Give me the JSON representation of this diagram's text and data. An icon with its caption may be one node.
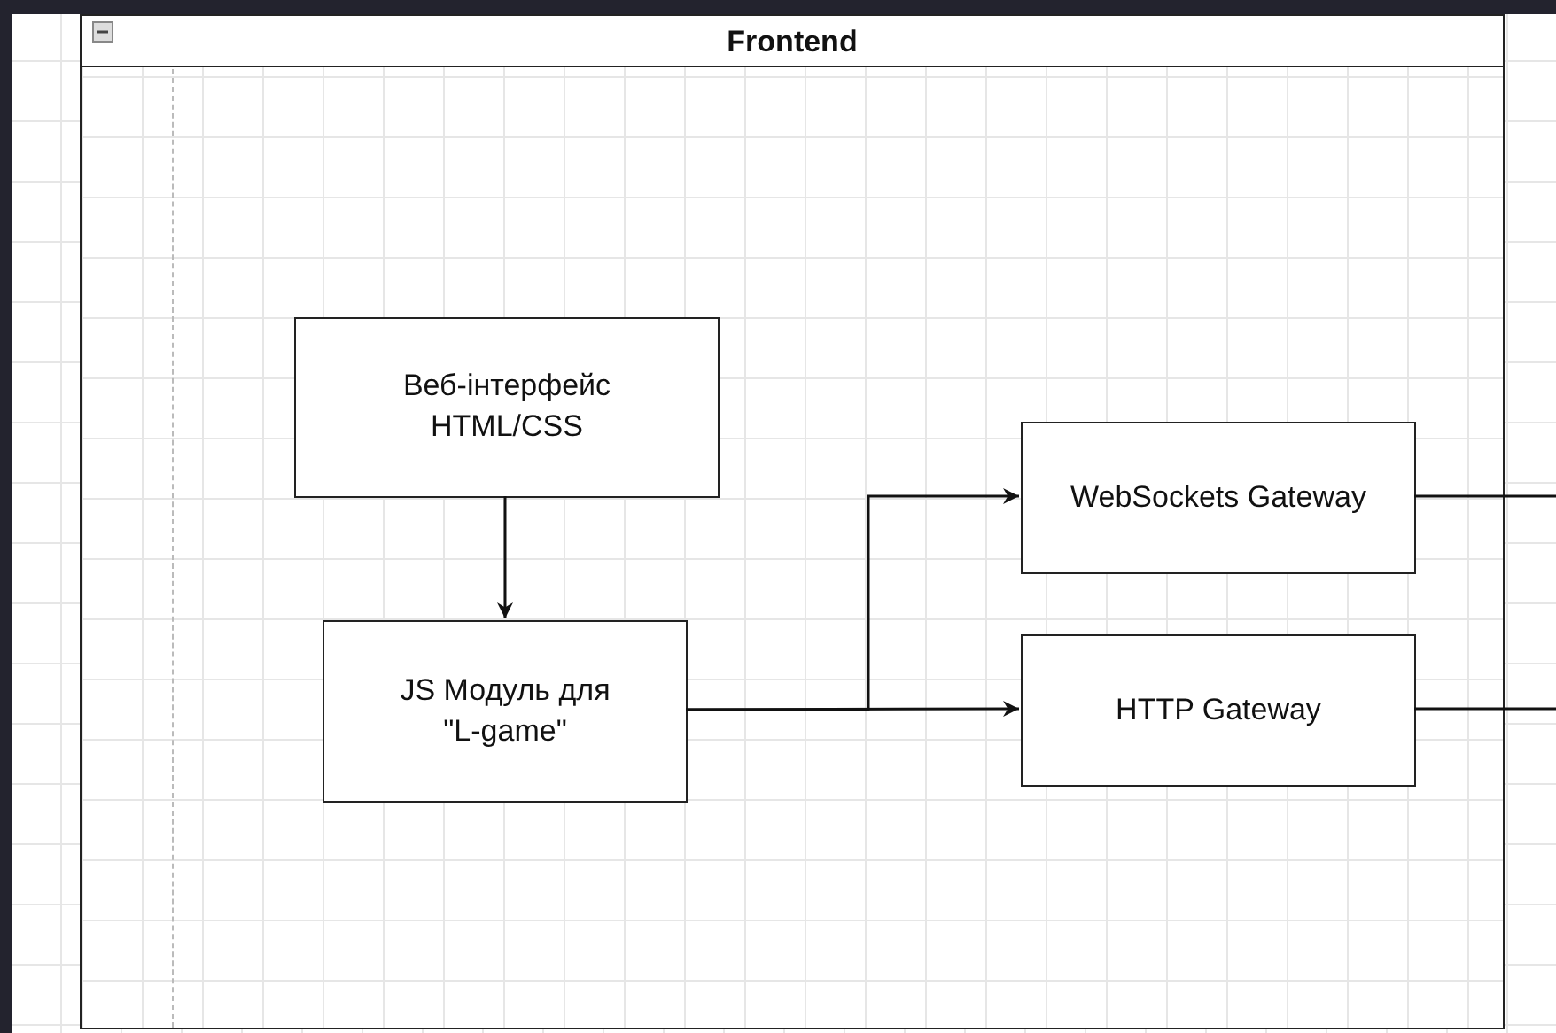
{
  "diagram": {
    "nodes": [
      {
        "text": [
          "Frontend"
        ]
      },
      {
        "text": [
          "Веб-інтерфейс HTML/CSS"
        ],
        "in": 0
      },
      {
        "text": [
          "JS Модуль для \"L-game\""
        ],
        "in": 0
      },
      {
        "text": [
          "WebSockets Gateway"
        ],
        "in": 0
      },
      {
        "text": [
          "HTTP Gateway"
        ],
        "in": 0
      }
    ],
    "edges": [
      {
        "from": 1,
        "to": 2,
        "arrow": "to"
      },
      {
        "from": 2,
        "to": 3,
        "arrow": "to"
      },
      {
        "from": 2,
        "to": 4,
        "arrow": "to"
      },
      {
        "from": 3,
        "to": null,
        "arrow": "none"
      },
      {
        "from": 4,
        "to": null,
        "arrow": "none"
      }
    ]
  }
}
